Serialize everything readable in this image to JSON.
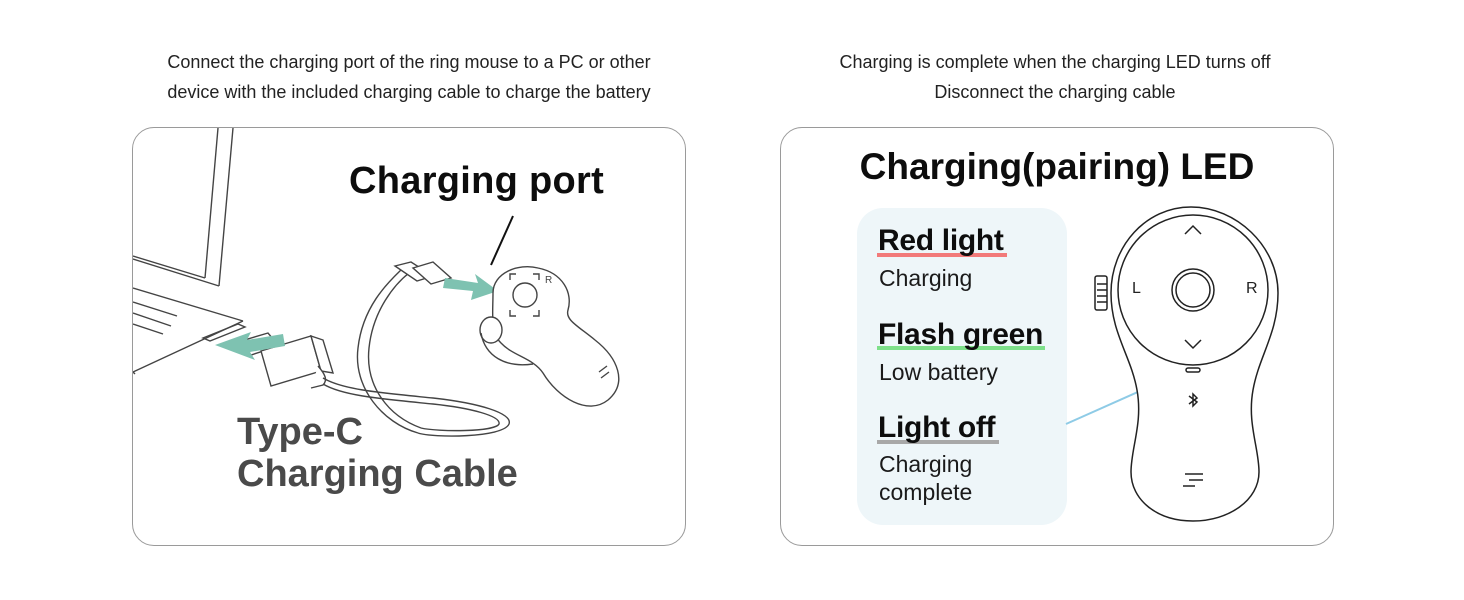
{
  "left": {
    "caption_line1": "Connect the charging port of the ring mouse to a PC or other",
    "caption_line2": "device with the included charging cable to charge the battery",
    "charging_port_label": "Charging port",
    "cable_label_line1": "Type-C",
    "cable_label_line2": "Charging Cable"
  },
  "right": {
    "caption_line1": "Charging is complete when the charging LED turns off",
    "caption_line2": "Disconnect the charging cable",
    "led_title": "Charging(pairing) LED",
    "statuses": [
      {
        "name": "Red light",
        "desc_line1": "Charging",
        "desc_line2": "",
        "color": "#f27a7a"
      },
      {
        "name": "Flash green",
        "desc_line1": "Low battery",
        "desc_line2": "",
        "color": "#7ee08a"
      },
      {
        "name": "Light off",
        "desc_line1": "Charging",
        "desc_line2": "complete",
        "color": "#a8a8a8"
      }
    ],
    "device_labels": {
      "left_button": "L",
      "right_button": "R"
    }
  },
  "colors": {
    "arrow": "#7ec2b1",
    "led_pointer": "#8ecbe6",
    "status_box": "#eef6f9"
  },
  "icons": [
    "arrow-icon",
    "bluetooth-icon",
    "usb-icon",
    "chevron-up-icon",
    "chevron-down-icon"
  ]
}
